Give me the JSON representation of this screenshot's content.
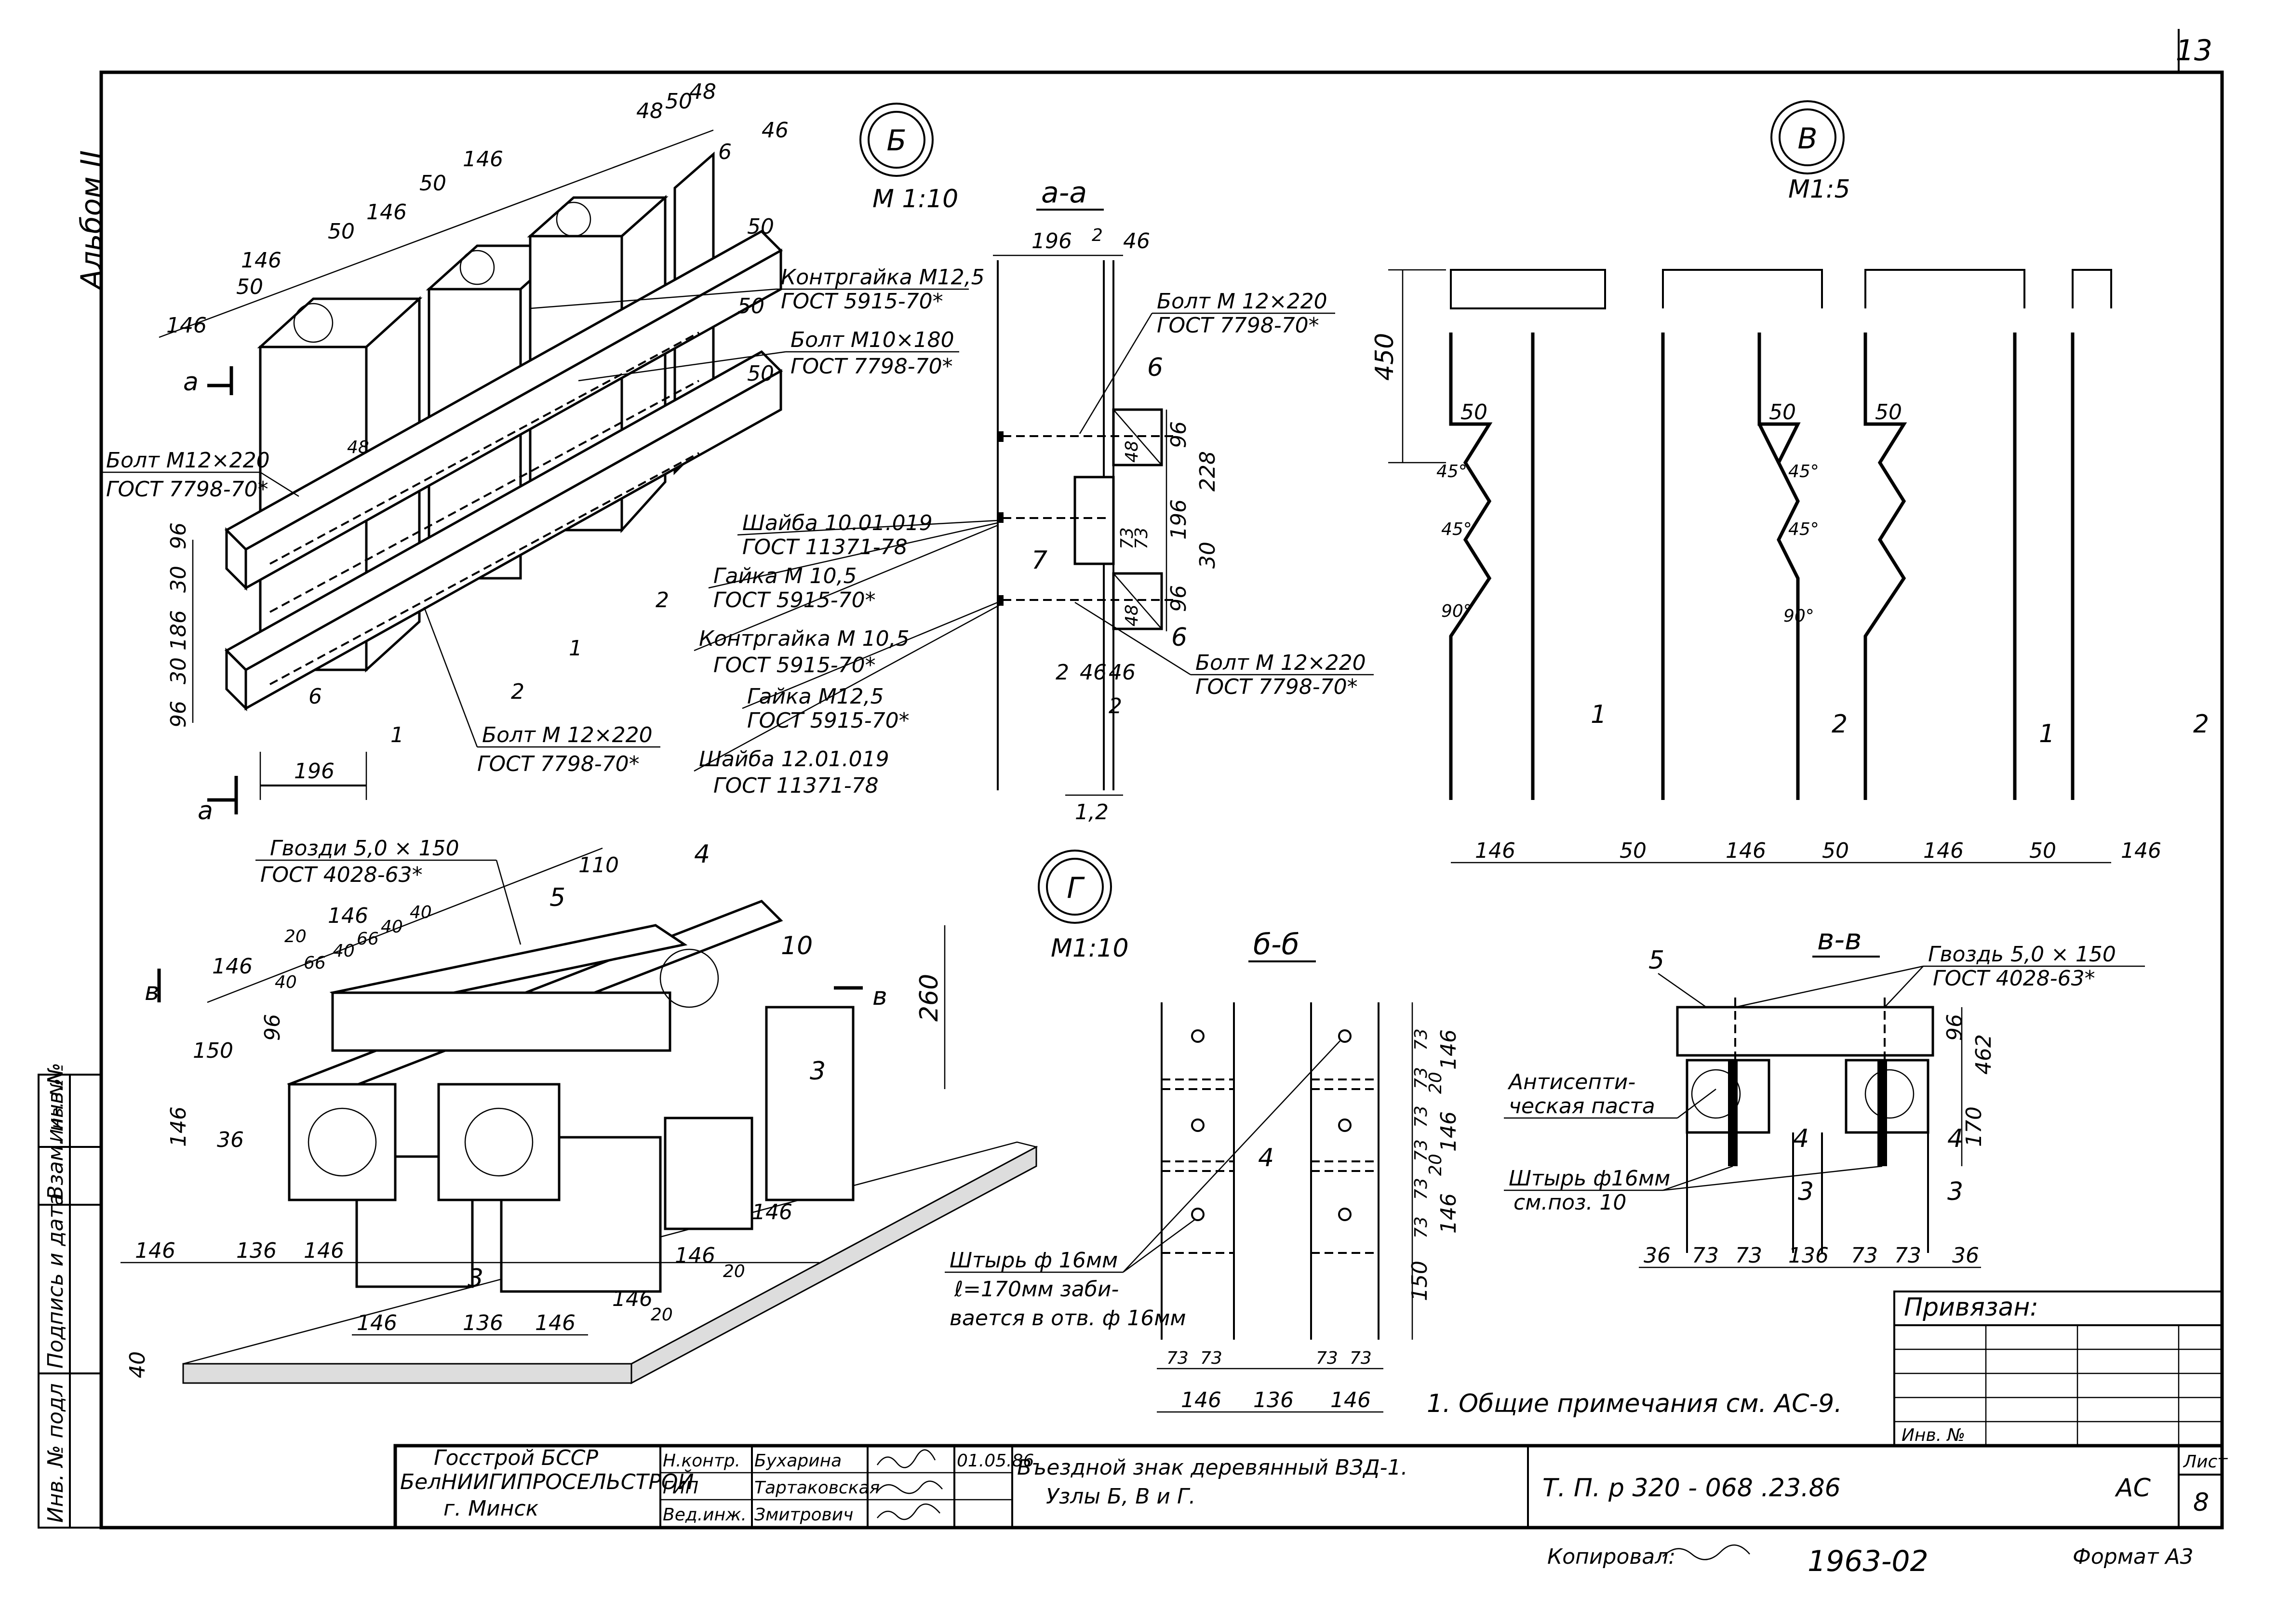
{
  "sheet": {
    "page_number": "13",
    "album_label": "Альбом II",
    "side_stamps": [
      "Инв. № подл",
      "Подпись и дата",
      "Взам. инв.№",
      "Инв. №"
    ]
  },
  "node_b": {
    "marker": "Б",
    "scale": "М 1:10",
    "dims_top": [
      "146",
      "50",
      "146",
      "50",
      "146",
      "50",
      "146",
      "48",
      "50",
      "48",
      "46",
      "6",
      "50",
      "50",
      "50"
    ],
    "dims_left": [
      "30",
      "96",
      "186",
      "30",
      "96",
      "48"
    ],
    "dim_bottom": "196",
    "cut_label": "а",
    "callouts": [
      {
        "text": "Контргайка М12,5",
        "std": "ГОСТ 5915-70*"
      },
      {
        "text": "Болт М10×180",
        "std": "ГОСТ 7798-70*"
      },
      {
        "text": "Болт М12×220",
        "std": "ГОСТ 7798-70*"
      },
      {
        "text": "Болт М 12×220",
        "std": "ГОСТ 7798-70*"
      }
    ],
    "pos_numbers": [
      "1",
      "2",
      "1",
      "2",
      "6"
    ]
  },
  "section_aa": {
    "title": "а-а",
    "dims": [
      "196",
      "2",
      "46",
      "96",
      "228",
      "196",
      "30",
      "96",
      "2",
      "46",
      "46",
      "2",
      "73",
      "73",
      "48",
      "48",
      "1,2"
    ],
    "callouts": [
      {
        "text": "Шайба 10.01.019",
        "std": "ГОСТ 11371-78"
      },
      {
        "text": "Гайка М 10,5",
        "std": "ГОСТ 5915-70*"
      },
      {
        "text": "Контргайка М 10,5",
        "std": "ГОСТ 5915-70*"
      },
      {
        "text": "Гайка М12,5",
        "std": "ГОСТ 5915-70*"
      },
      {
        "text": "Шайба 12.01.019",
        "std": "ГОСТ 11371-78"
      },
      {
        "text": "Болт М 12×220",
        "std": "ГОСТ 7798-70*"
      },
      {
        "text": "Болт М 12×220",
        "std": "ГОСТ 7798-70*"
      }
    ],
    "pos_numbers": [
      "6",
      "7",
      "6"
    ]
  },
  "node_v": {
    "marker": "В",
    "scale": "М1:5",
    "dim_height": "450",
    "dims_bottom": [
      "146",
      "50",
      "146",
      "50",
      "146",
      "50",
      "146"
    ],
    "dims_top": [
      "50",
      "50",
      "50"
    ],
    "angles": [
      "45°",
      "45°",
      "90°",
      "45°",
      "45°",
      "90°"
    ],
    "pos_numbers": [
      "1",
      "2",
      "1",
      "2"
    ]
  },
  "node_g": {
    "marker": "Г",
    "scale": "М1:10",
    "callout_nails": {
      "text": "Гвозди 5,0 × 150",
      "std": "ГОСТ 4028-63*"
    },
    "dims_top": [
      "110",
      "146",
      "20",
      "146",
      "40",
      "66",
      "40",
      "66",
      "40",
      "40"
    ],
    "dims_left": [
      "150",
      "96",
      "146",
      "36",
      "260"
    ],
    "dims_bottom": [
      "146",
      "136",
      "146",
      "146",
      "136",
      "146",
      "146",
      "146",
      "20",
      "20",
      "40"
    ],
    "pos_numbers": [
      "5",
      "4",
      "10",
      "3",
      "3"
    ],
    "cut_label": "в"
  },
  "section_bb": {
    "title": "б-б",
    "dims_right": [
      "73",
      "73",
      "146",
      "73",
      "73",
      "20",
      "146",
      "20",
      "73",
      "73",
      "146",
      "150"
    ],
    "dims_bottom": [
      "73",
      "73",
      "73",
      "73",
      "146",
      "136",
      "146"
    ],
    "pos_number": "4",
    "callout_pin": [
      "Штырь ф 16мм",
      "ℓ=170мм заби-",
      "вается в отв. ф 16мм"
    ]
  },
  "section_vv": {
    "title": "в-в",
    "callout_nail": {
      "text": "Гвоздь 5,0 × 150",
      "std": "ГОСТ 4028-63*"
    },
    "callout_paste": [
      "Антисепти-",
      "ческая паста"
    ],
    "callout_pin": [
      "Штырь ф16мм",
      "см.поз. 10"
    ],
    "dims_right": [
      "96",
      "462",
      "170"
    ],
    "dims_bottom": [
      "36",
      "73",
      "73",
      "136",
      "73",
      "73",
      "36"
    ],
    "pos_numbers": [
      "5",
      "4",
      "4",
      "3",
      "3"
    ]
  },
  "notes": "1. Общие примечания см. АС-9.",
  "title_block": {
    "org_line1": "Госстрой БССР",
    "org_line2": "БелНИИГИПРОСЕЛЬСТРОЙ",
    "org_line3": "г. Минск",
    "roles": [
      {
        "role": "Н.контр.",
        "name": "Бухарина",
        "date": "01.05.86"
      },
      {
        "role": "ГИП",
        "name": "Тартаковская",
        "date": ""
      },
      {
        "role": "Вед.инж.",
        "name": "Змитрович",
        "date": ""
      }
    ],
    "drawing_title_1": "Въездной знак деревянный ВЗД-1.",
    "drawing_title_2": "Узлы Б, В и Г.",
    "doc_code": "Т. П. р 320 - 068 .23.86",
    "mark": "АС",
    "sheet_label": "Лист",
    "sheet_number": "8",
    "bound_label": "Привязан:",
    "inv_label": "Инв. №"
  },
  "footer": {
    "copied": "Копировал:",
    "order_number": "1963-02",
    "format": "Формат А3"
  }
}
